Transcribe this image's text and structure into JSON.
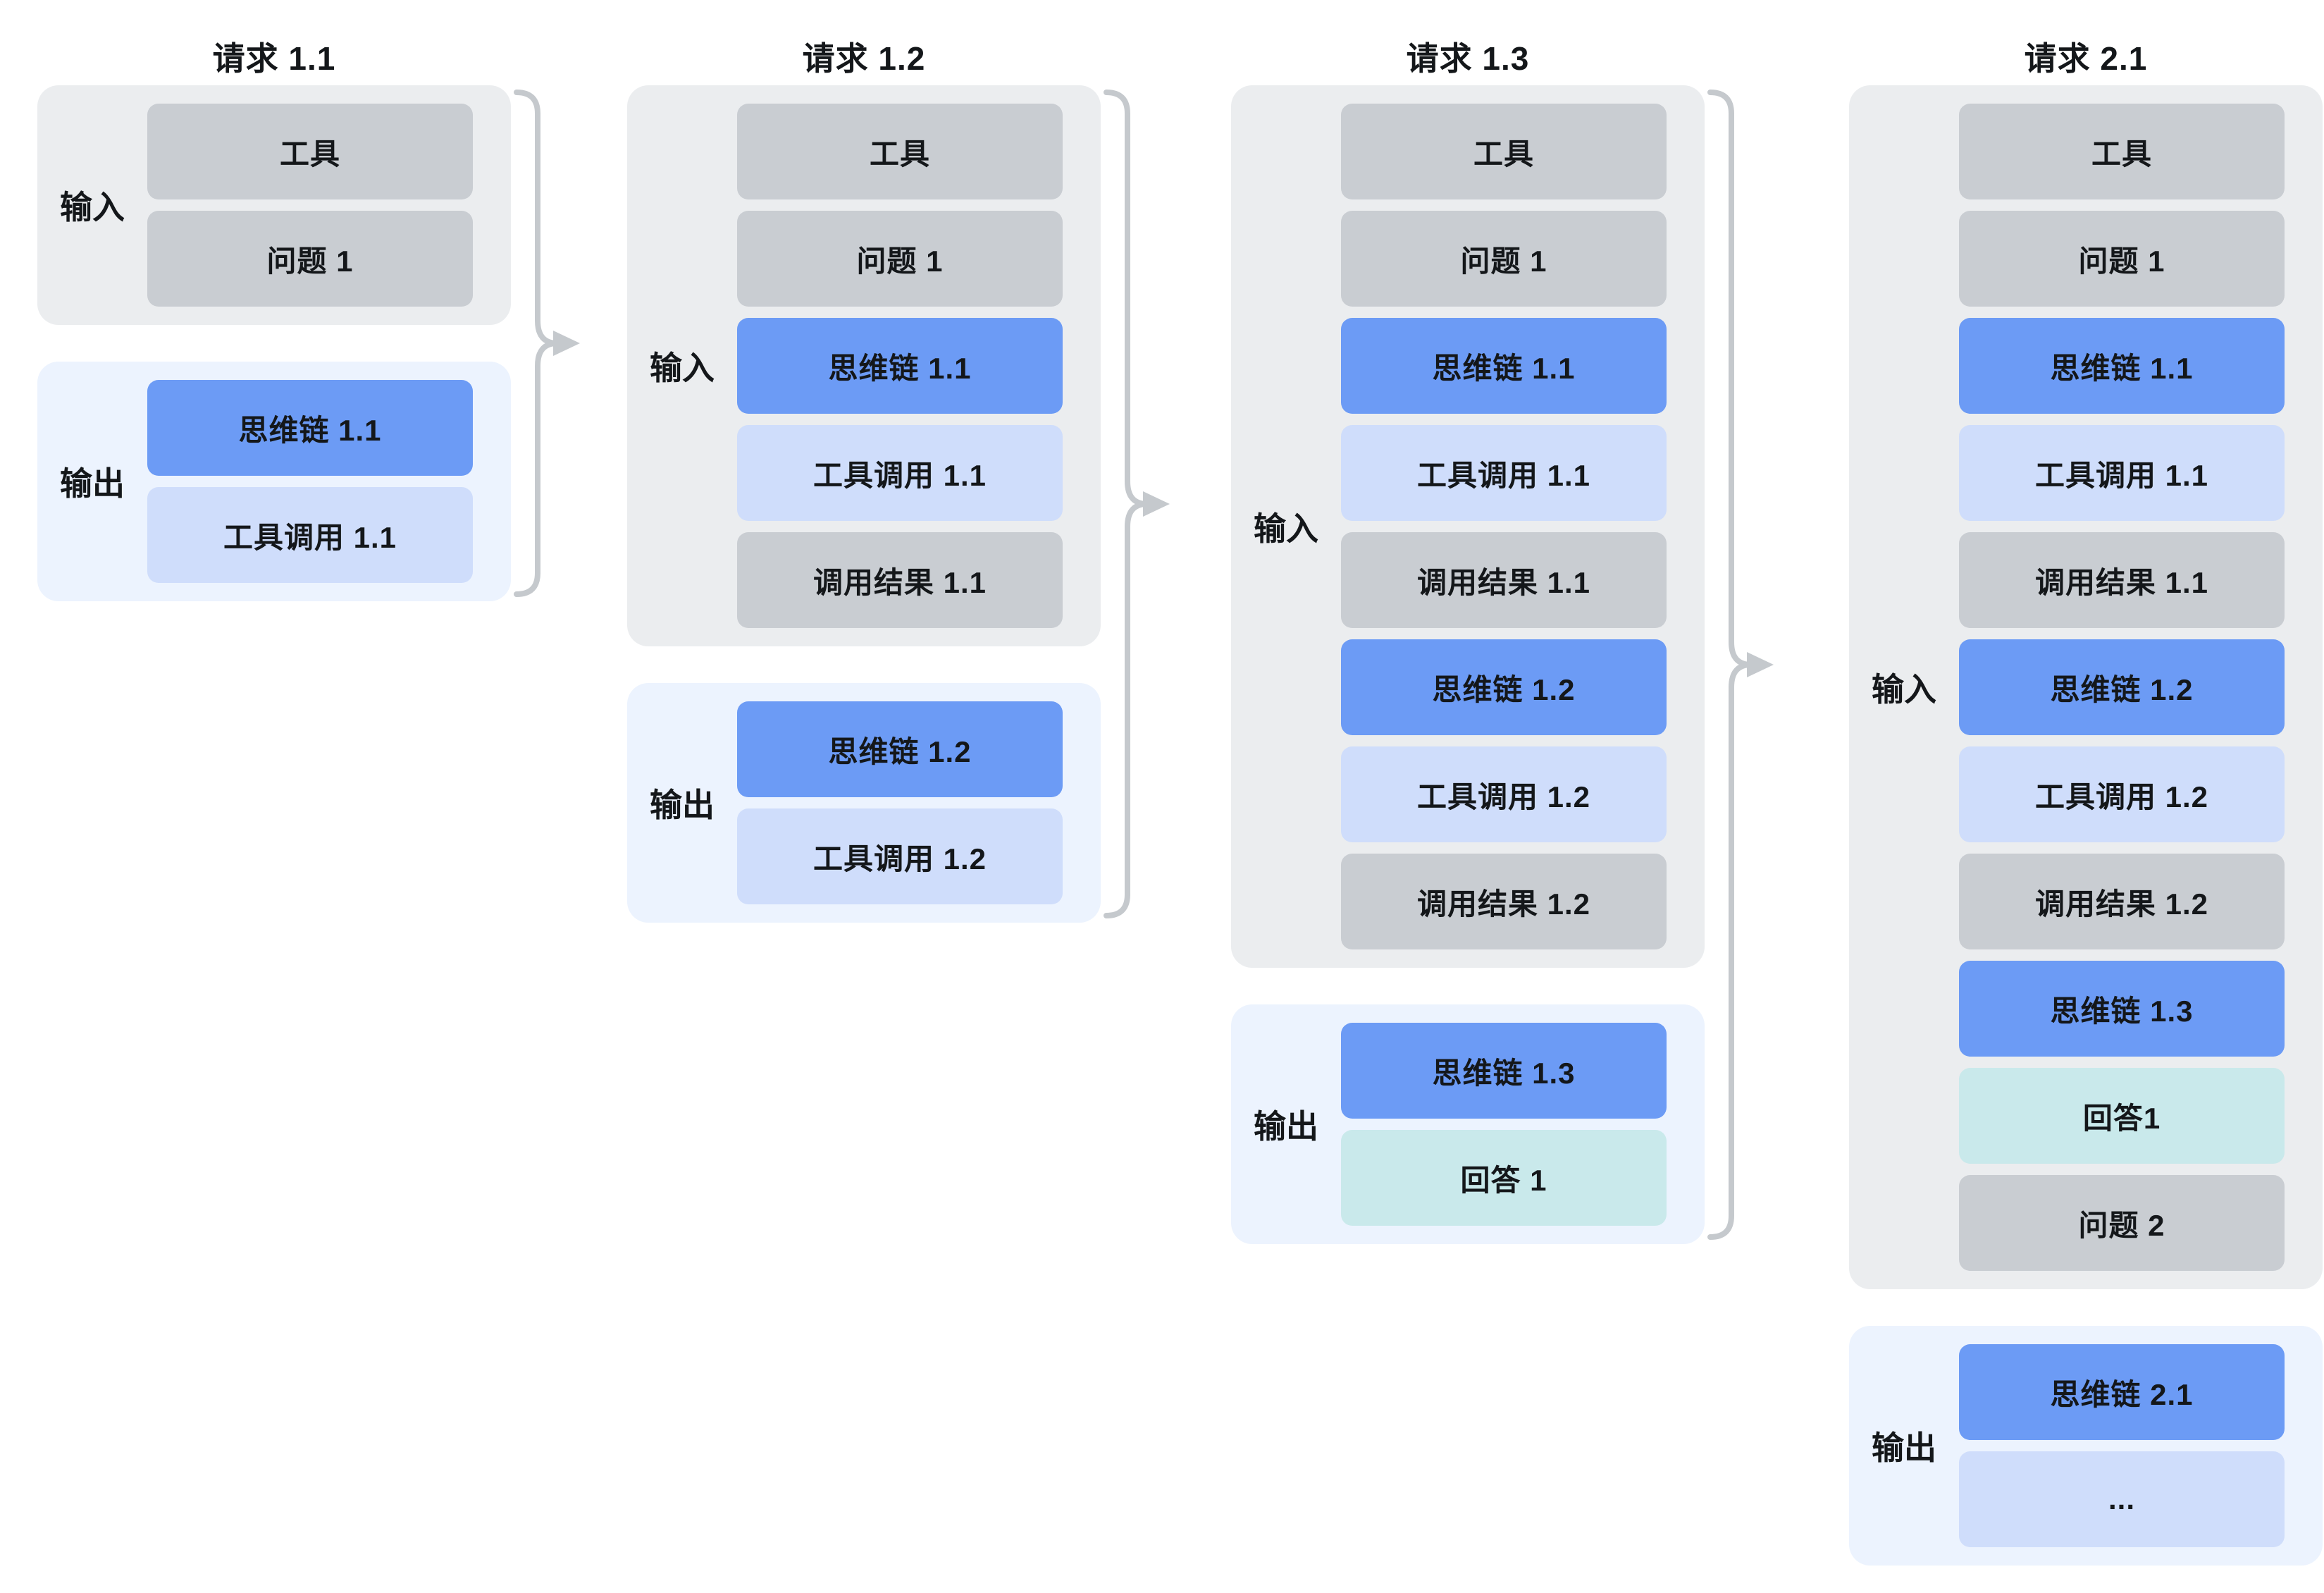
{
  "labels": {
    "input": "输入",
    "output": "输出"
  },
  "colors": {
    "input_card_bg": "#EBEDEF",
    "output_card_bg": "#ECF3FE",
    "item_gray": "#C9CDD2",
    "item_blue": "#6C9BF5",
    "item_lightblue": "#CFDDFB",
    "item_mint": "#C9E9EB",
    "arrow": "#C5C9CD",
    "text": "#14171A"
  },
  "columns": [
    {
      "title": "请求 1.1",
      "input_items": [
        {
          "text": "工具",
          "color": "gray"
        },
        {
          "text": "问题 1",
          "color": "gray"
        }
      ],
      "output_items": [
        {
          "text": "思维链 1.1",
          "color": "blue"
        },
        {
          "text": "工具调用 1.1",
          "color": "lightblue"
        }
      ],
      "arrow_after": true
    },
    {
      "title": "请求 1.2",
      "input_items": [
        {
          "text": "工具",
          "color": "gray"
        },
        {
          "text": "问题 1",
          "color": "gray"
        },
        {
          "text": "思维链 1.1",
          "color": "blue"
        },
        {
          "text": "工具调用 1.1",
          "color": "lightblue"
        },
        {
          "text": "调用结果 1.1",
          "color": "gray"
        }
      ],
      "output_items": [
        {
          "text": "思维链 1.2",
          "color": "blue"
        },
        {
          "text": "工具调用 1.2",
          "color": "lightblue"
        }
      ],
      "arrow_after": true
    },
    {
      "title": "请求 1.3",
      "input_items": [
        {
          "text": "工具",
          "color": "gray"
        },
        {
          "text": "问题 1",
          "color": "gray"
        },
        {
          "text": "思维链 1.1",
          "color": "blue"
        },
        {
          "text": "工具调用 1.1",
          "color": "lightblue"
        },
        {
          "text": "调用结果 1.1",
          "color": "gray"
        },
        {
          "text": "思维链 1.2",
          "color": "blue"
        },
        {
          "text": "工具调用 1.2",
          "color": "lightblue"
        },
        {
          "text": "调用结果 1.2",
          "color": "gray"
        }
      ],
      "output_items": [
        {
          "text": "思维链 1.3",
          "color": "blue"
        },
        {
          "text": "回答 1",
          "color": "mint"
        }
      ],
      "arrow_after": true
    },
    {
      "title": "请求 2.1",
      "input_items": [
        {
          "text": "工具",
          "color": "gray"
        },
        {
          "text": "问题 1",
          "color": "gray"
        },
        {
          "text": "思维链 1.1",
          "color": "blue"
        },
        {
          "text": "工具调用 1.1",
          "color": "lightblue"
        },
        {
          "text": "调用结果 1.1",
          "color": "gray"
        },
        {
          "text": "思维链 1.2",
          "color": "blue"
        },
        {
          "text": "工具调用 1.2",
          "color": "lightblue"
        },
        {
          "text": "调用结果 1.2",
          "color": "gray"
        },
        {
          "text": "思维链 1.3",
          "color": "blue"
        },
        {
          "text": "回答1",
          "color": "mint"
        },
        {
          "text": "问题 2",
          "color": "gray"
        }
      ],
      "output_items": [
        {
          "text": "思维链 2.1",
          "color": "blue"
        },
        {
          "text": "...",
          "color": "lightblue"
        }
      ],
      "arrow_after": false
    }
  ]
}
